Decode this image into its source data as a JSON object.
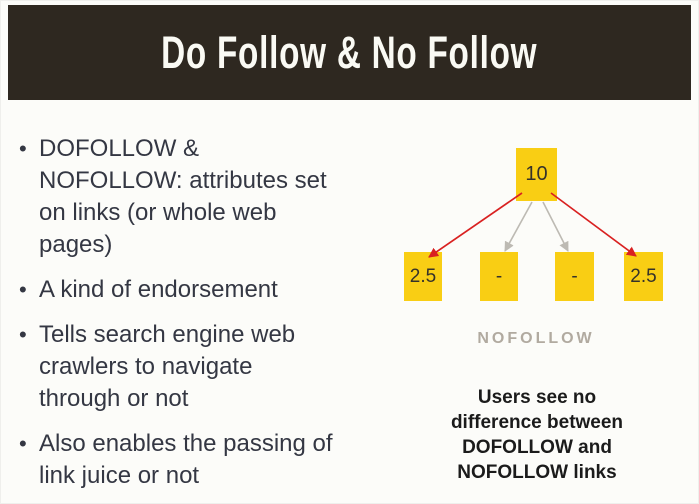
{
  "slide": {
    "title": "Do Follow & No Follow",
    "bullets": [
      "DOFOLLOW & NOFOLLOW: attributes set on links (or whole web pages)",
      "A kind of endorsement",
      "Tells search engine web crawlers to navigate through or not",
      "Also enables the passing of link juice or not"
    ]
  },
  "diagram": {
    "root_value": "10",
    "children": [
      "2.5",
      "-",
      "-",
      "2.5"
    ],
    "label": "NOFOLLOW",
    "caption_lines": [
      "Users see no",
      "difference between",
      "DOFOLLOW and",
      "NOFOLLOW links"
    ]
  },
  "colors": {
    "header_bg": "#2E2820",
    "header_text": "#FAFAF4",
    "body_text": "#343743",
    "box_yellow": "#F9CE14",
    "box_text": "#35322A",
    "arrow_red": "#D92121",
    "arrow_gray": "#BDBAB3",
    "label_gray": "#B1AAA0",
    "caption_text": "#1B1B1B",
    "slide_bg": "#FCFCF9"
  }
}
